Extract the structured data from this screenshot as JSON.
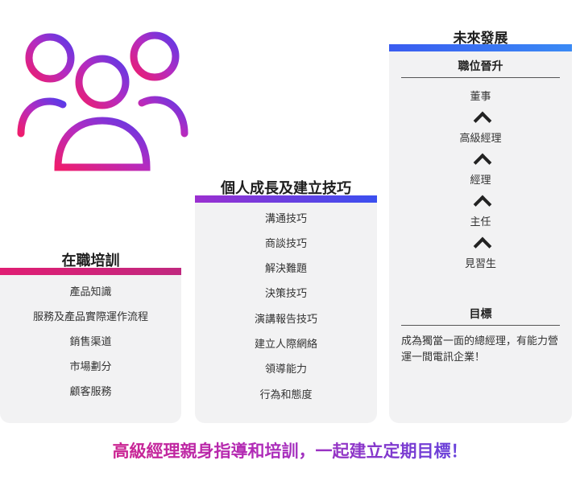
{
  "column1": {
    "title": "在職培訓",
    "items": [
      "產品知識",
      "服務及產品實際運作流程",
      "銷售渠道",
      "市場劃分",
      "顧客服務"
    ]
  },
  "column2": {
    "title": "個人成長及建立技巧",
    "items": [
      "溝通技巧",
      "商談技巧",
      "解決難題",
      "決策技巧",
      "演講報告技巧",
      "建立人際網絡",
      "領導能力",
      "行為和態度"
    ]
  },
  "column3": {
    "title": "未來發展",
    "promotion_heading": "職位晉升",
    "ladder": [
      "董事",
      "高級經理",
      "經理",
      "主任",
      "見習生"
    ],
    "goal_heading": "目標",
    "goal_text": "成為獨當一面的總經理，有能力營運一間電訊企業！"
  },
  "slogan": "高級經理親身指導和培訓，一起建立定期目標！",
  "colors": {
    "pink": "#e01e73",
    "purple": "#9b2fd0",
    "blue": "#3a4ff0",
    "card_bg": "#f2f2f3"
  },
  "icons": [
    "people-group-icon",
    "chevron-up-icon"
  ]
}
